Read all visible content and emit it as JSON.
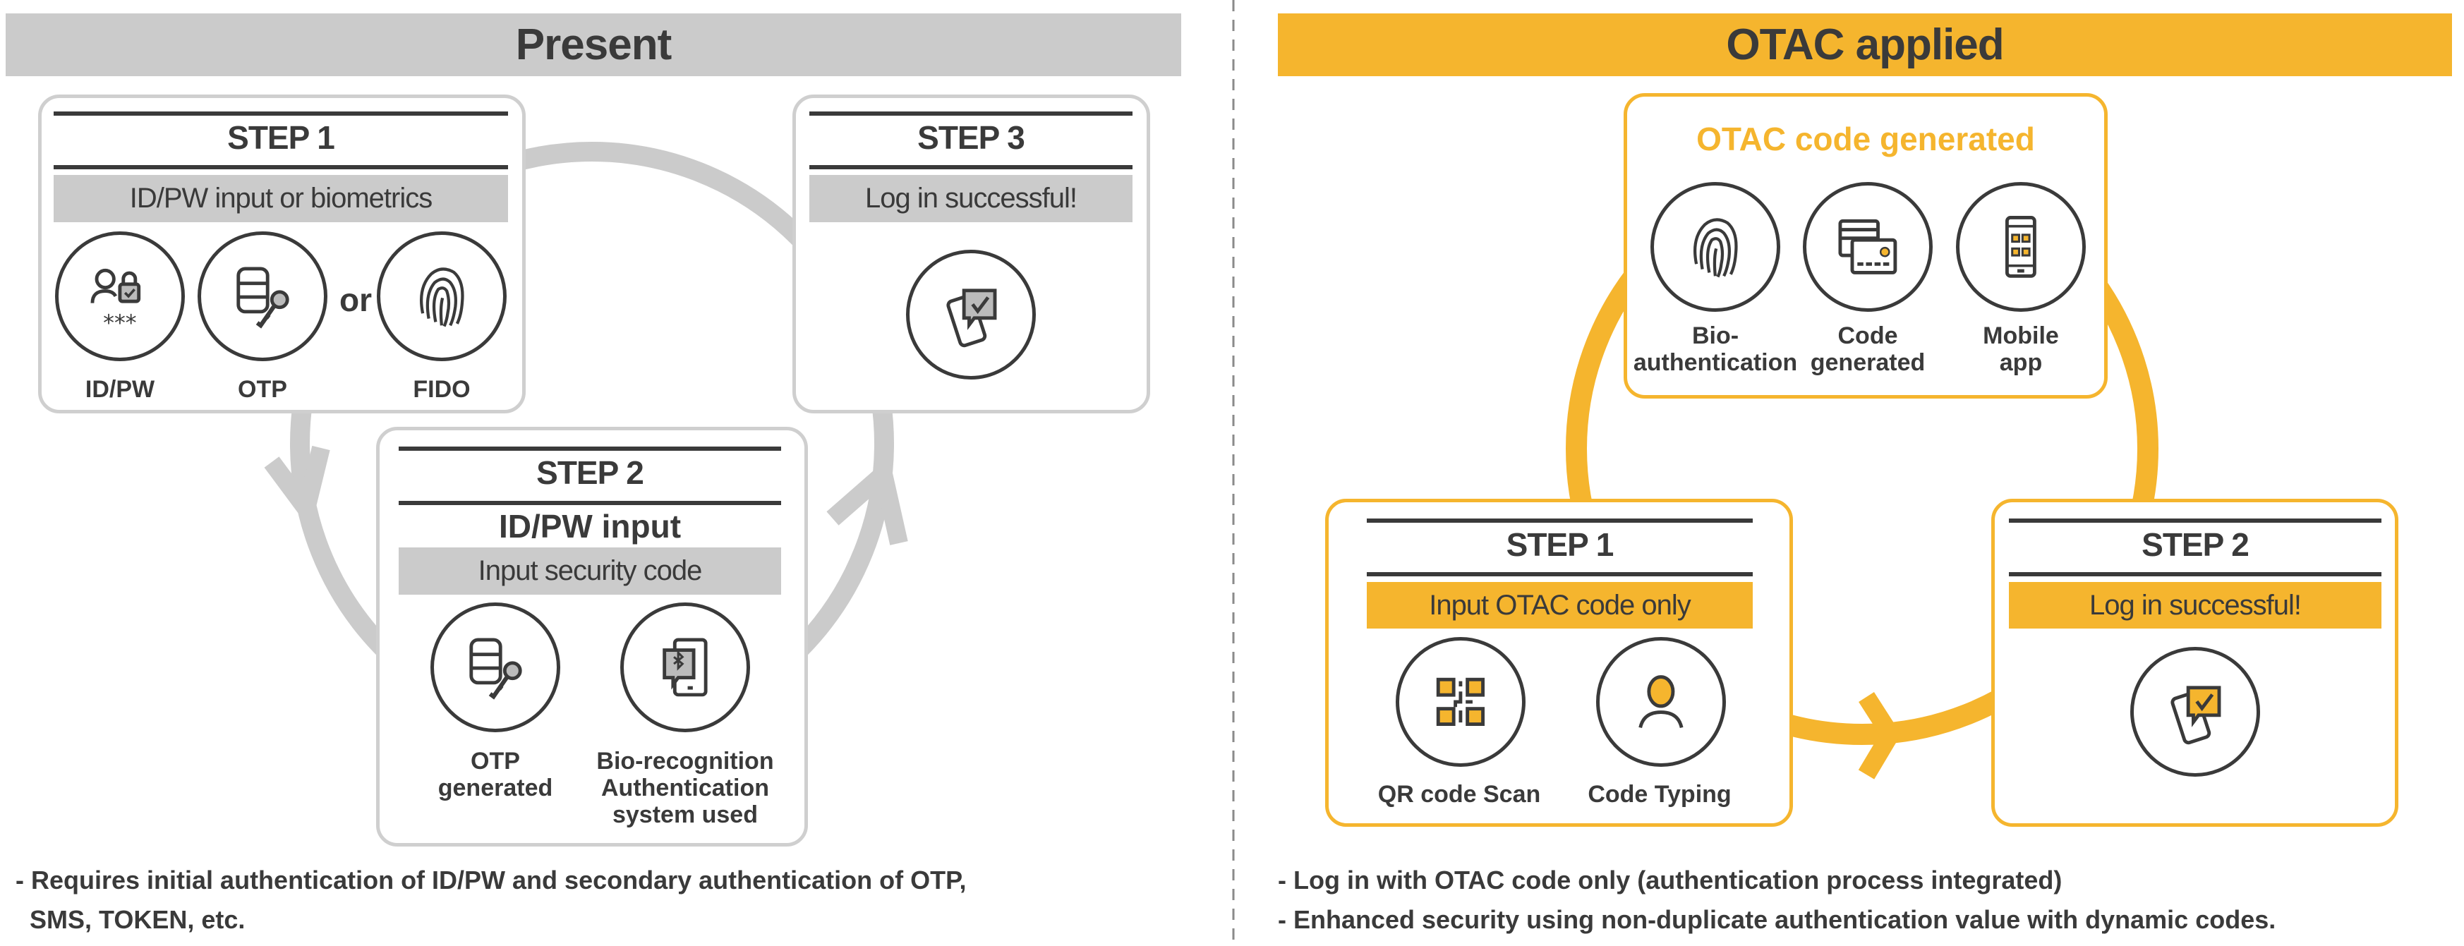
{
  "colors": {
    "grey": "#cbcbcb",
    "yellow": "#f5b52e",
    "text": "#3a3a3a"
  },
  "present": {
    "title": "Present",
    "step1": {
      "title": "STEP 1",
      "band": "ID/PW input or biometrics",
      "connector": "or",
      "items": [
        {
          "label": "ID/PW",
          "icon": "user-lock-password-icon"
        },
        {
          "label": "OTP",
          "icon": "database-key-icon"
        },
        {
          "label": "FIDO",
          "icon": "fingerprint-icon"
        }
      ]
    },
    "step2": {
      "title": "STEP 2",
      "subtitle": "ID/PW input",
      "band": "Input security code",
      "items": [
        {
          "label_lines": [
            "OTP",
            "generated"
          ],
          "icon": "database-key-icon"
        },
        {
          "label_lines": [
            "Bio-recognition",
            "Authentication",
            "system used"
          ],
          "icon": "phone-bluetooth-icon"
        }
      ]
    },
    "step3": {
      "title": "STEP 3",
      "band": "Log in successful!",
      "icon": "phone-check-message-icon"
    },
    "notes": [
      "- Requires initial authentication of ID/PW and secondary authentication of OTP,",
      "  SMS, TOKEN, etc."
    ]
  },
  "otac": {
    "title": "OTAC applied",
    "generated": {
      "title": "OTAC code generated",
      "items": [
        {
          "label_lines": [
            "Bio-",
            "authentication"
          ],
          "icon": "fingerprint-icon"
        },
        {
          "label_lines": [
            "Code",
            "generated"
          ],
          "icon": "cards-icon"
        },
        {
          "label_lines": [
            "Mobile",
            "app"
          ],
          "icon": "mobile-qr-icon"
        }
      ]
    },
    "step1": {
      "title": "STEP 1",
      "band": "Input OTAC code only",
      "items": [
        {
          "label": "QR code Scan",
          "icon": "qr-code-icon"
        },
        {
          "label": "Code Typing",
          "icon": "user-icon"
        }
      ]
    },
    "step2": {
      "title": "STEP 2",
      "band": "Log in successful!",
      "icon": "phone-check-message-icon"
    },
    "notes": [
      "- Log in with OTAC code only (authentication process integrated)",
      "- Enhanced security using non-duplicate authentication value with dynamic codes."
    ]
  }
}
